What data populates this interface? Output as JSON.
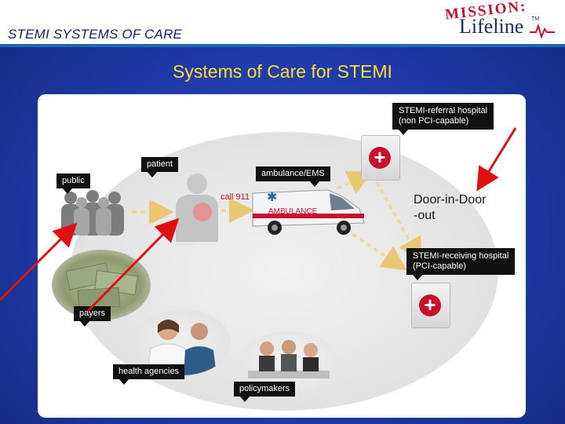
{
  "header": {
    "title": "STEMI SYSTEMS OF CARE"
  },
  "logo": {
    "line1": "MISSION:",
    "line2": "Lifeline",
    "tm": "TM"
  },
  "slide": {
    "title": "Systems of Care for STEMI"
  },
  "diagram": {
    "labels": {
      "public": "public",
      "patient": "patient",
      "ambulance": "ambulance/EMS",
      "call": "call 911",
      "ambulance_side": "AMBULANCE",
      "referral_line1": "STEMI-referral hospital",
      "referral_line2": "(non PCI-capable)",
      "receiving_line1": "STEMI-receiving hospital",
      "receiving_line2": "(PCI-capable)",
      "payers": "payers",
      "health_agencies": "health agencies",
      "policymakers": "policymakers"
    },
    "annotation": {
      "line1": "Door-in-Door",
      "line2": "-out"
    }
  },
  "colors": {
    "background": "#1e3aa8",
    "title": "#ffdd33",
    "arrow": "#e01010",
    "flow": "#f0d080",
    "cross": "#c8102e"
  }
}
